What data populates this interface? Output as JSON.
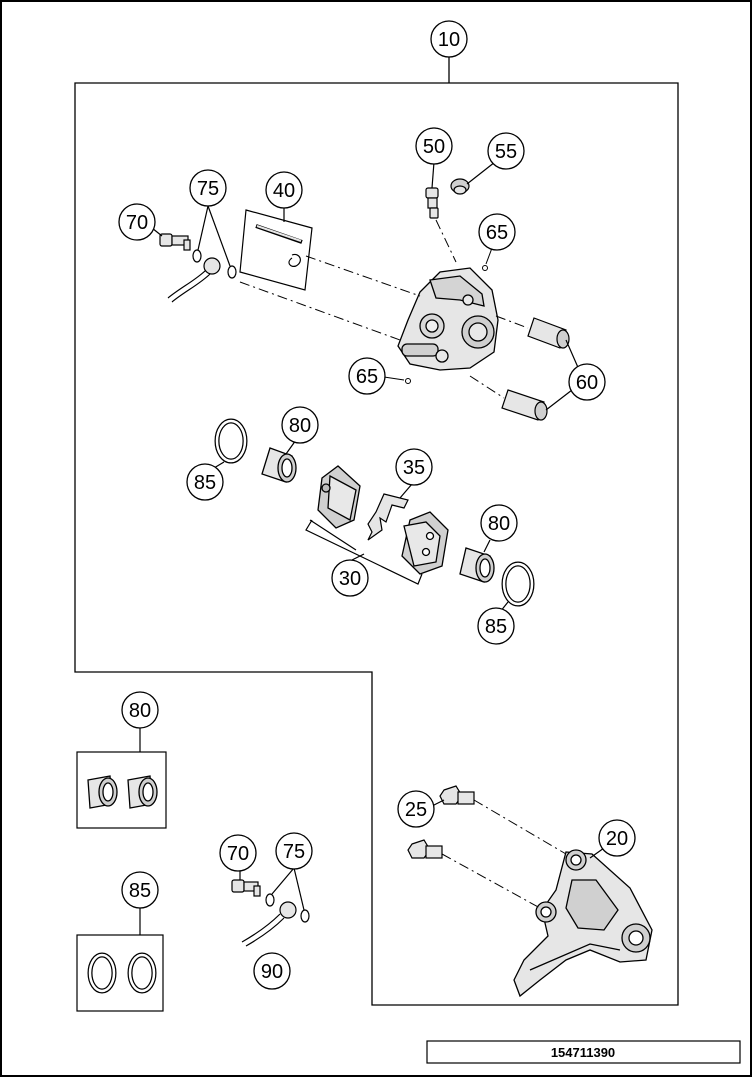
{
  "callouts": {
    "c10": "10",
    "c20": "20",
    "c25": "25",
    "c30": "30",
    "c35": "35",
    "c40": "40",
    "c50": "50",
    "c55": "55",
    "c60": "60",
    "c65a": "65",
    "c65b": "65",
    "c70a": "70",
    "c70b": "70",
    "c75a": "75",
    "c75b": "75",
    "c80a": "80",
    "c80b": "80",
    "c80c": "80",
    "c85a": "85",
    "c85b": "85",
    "c85c": "85",
    "c90": "90"
  },
  "reference_number": "154711390",
  "colors": {
    "line": "#000000",
    "part_fill": "#e6e6e6",
    "part_dark": "#bdbdbd"
  }
}
